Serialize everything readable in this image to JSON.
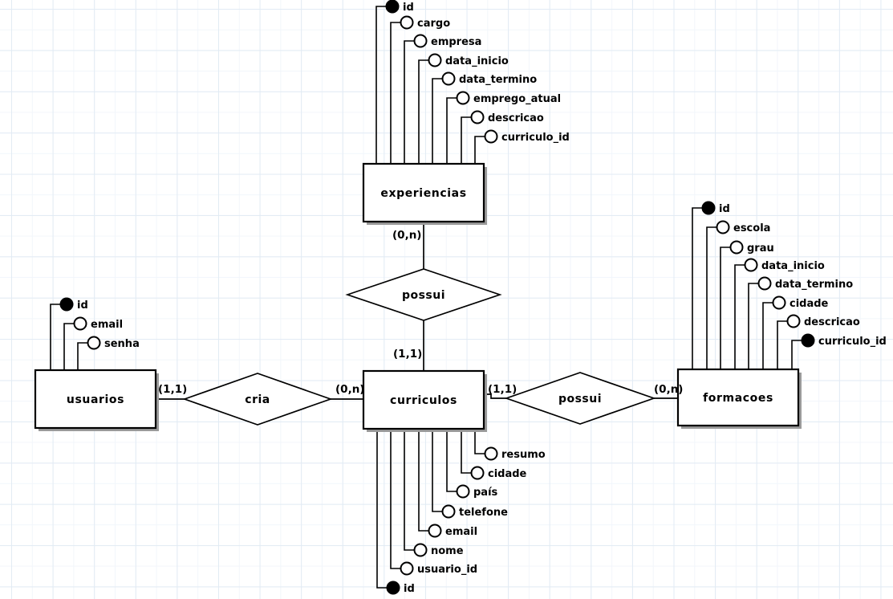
{
  "colors": {
    "line": "#000000",
    "entity_fill": "#ffffff",
    "shadow": "#9a9a9a",
    "grid_major": "#e2ebf4",
    "grid_minor": "#f2f6fb",
    "background": "#ffffff",
    "key_attribute_fill": "#000000"
  },
  "entities": [
    {
      "name": "experiencias",
      "attributes": [
        {
          "name": "id",
          "key": true
        },
        {
          "name": "cargo",
          "key": false
        },
        {
          "name": "empresa",
          "key": false
        },
        {
          "name": "data_inicio",
          "key": false
        },
        {
          "name": "data_termino",
          "key": false
        },
        {
          "name": "emprego_atual",
          "key": false
        },
        {
          "name": "descricao",
          "key": false
        },
        {
          "name": "curriculo_id",
          "key": false
        }
      ]
    },
    {
      "name": "usuarios",
      "attributes": [
        {
          "name": "id",
          "key": true
        },
        {
          "name": "email",
          "key": false
        },
        {
          "name": "senha",
          "key": false
        }
      ]
    },
    {
      "name": "curriculos",
      "attributes": [
        {
          "name": "resumo",
          "key": false
        },
        {
          "name": "cidade",
          "key": false
        },
        {
          "name": "país",
          "key": false
        },
        {
          "name": "telefone",
          "key": false
        },
        {
          "name": "email",
          "key": false
        },
        {
          "name": "nome",
          "key": false
        },
        {
          "name": "usuario_id",
          "key": false
        },
        {
          "name": "id",
          "key": true
        }
      ]
    },
    {
      "name": "formacoes",
      "attributes": [
        {
          "name": "id",
          "key": true
        },
        {
          "name": "escola",
          "key": false
        },
        {
          "name": "grau",
          "key": false
        },
        {
          "name": "data_inicio",
          "key": false
        },
        {
          "name": "data_termino",
          "key": false
        },
        {
          "name": "cidade",
          "key": false
        },
        {
          "name": "descricao",
          "key": false
        },
        {
          "name": "curriculo_id",
          "key": true
        }
      ]
    }
  ],
  "relationships": [
    {
      "name": "possui"
    },
    {
      "name": "cria"
    },
    {
      "name": "possui"
    }
  ],
  "cardinalities": {
    "experiencias_possui": "(0,n)",
    "possui_curriculos": "(1,1)",
    "usuarios_cria": "(1,1)",
    "cria_curriculos": "(0,n)",
    "curriculos_possui": "(1,1)",
    "possui_formacoes": "(0,n)"
  }
}
